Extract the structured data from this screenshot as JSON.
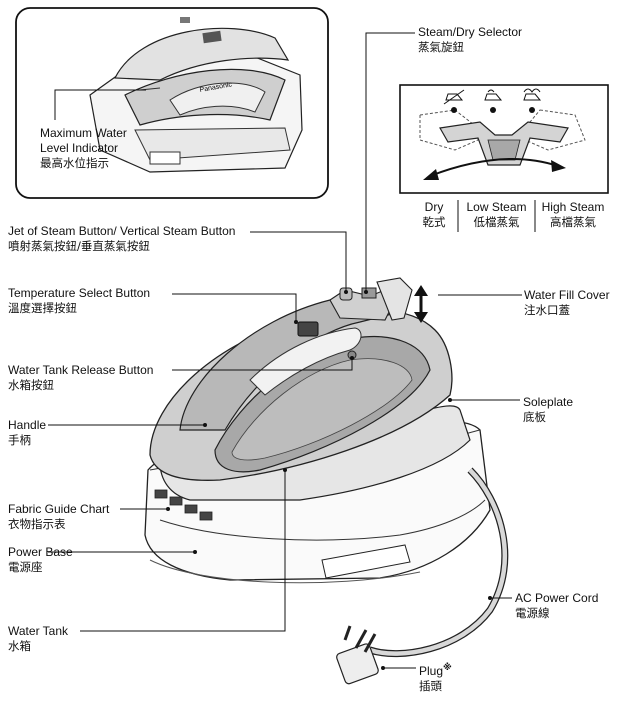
{
  "labels": {
    "max_water": [
      "Maximum Water",
      "Level Indicator",
      "最高水位指示"
    ],
    "steam_dry_selector": [
      "Steam/Dry Selector",
      "蒸氣旋鈕"
    ],
    "jet_of_steam": [
      "Jet of Steam Button/ Vertical Steam Button",
      "噴射蒸氣按鈕/垂直蒸氣按鈕"
    ],
    "temperature_select": [
      "Temperature Select Button",
      "溫度選擇按鈕"
    ],
    "water_fill_cover": [
      "Water Fill Cover",
      "注水口蓋"
    ],
    "water_tank_release": [
      "Water Tank Release Button",
      "水箱按鈕"
    ],
    "soleplate": [
      "Soleplate",
      "底板"
    ],
    "handle": [
      "Handle",
      "手柄"
    ],
    "fabric_guide": [
      "Fabric Guide Chart",
      "衣物指示表"
    ],
    "power_base": [
      "Power Base",
      "電源座"
    ],
    "ac_power_cord": [
      "AC Power Cord",
      "電源線"
    ],
    "water_tank": [
      "Water Tank",
      "水箱"
    ],
    "plug": [
      "Plug",
      "※",
      "插頭"
    ]
  },
  "selector_modes": [
    {
      "en": "Dry",
      "zh": "乾式"
    },
    {
      "en": "Low Steam",
      "zh": "低檔蒸氣"
    },
    {
      "en": "High Steam",
      "zh": "高檔蒸氣"
    }
  ],
  "brand_text": "Panasonic",
  "colors": {
    "line": "#111111",
    "body_gray": "#bdbdbd",
    "tank_gray": "#9a9a9a",
    "light": "#e9e9e9"
  }
}
